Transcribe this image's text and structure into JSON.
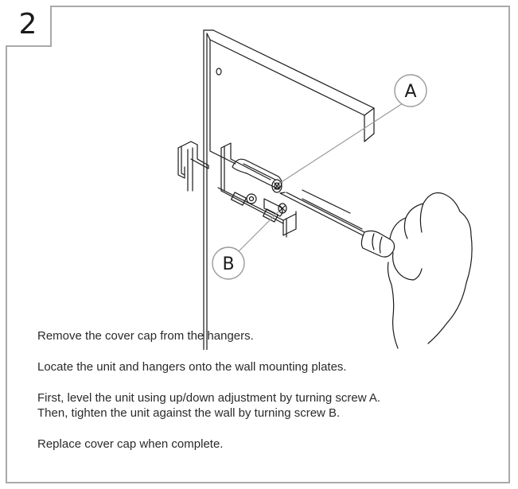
{
  "step": {
    "number": "2"
  },
  "callouts": {
    "a": "A",
    "b": "B"
  },
  "instructions": {
    "line1": "Remove the cover cap from the hangers.",
    "line2": "Locate the unit and hangers onto the wall mounting plates.",
    "line3a": "First, level the unit using up/down adjustment by turning screw A.",
    "line3b": "Then, tighten the unit against the wall by turning screw B.",
    "line4": "Replace cover cap when complete."
  },
  "colors": {
    "frame": "#a9a9a9",
    "line_art": "#1a1a1a",
    "leader": "#9a9a9a"
  }
}
